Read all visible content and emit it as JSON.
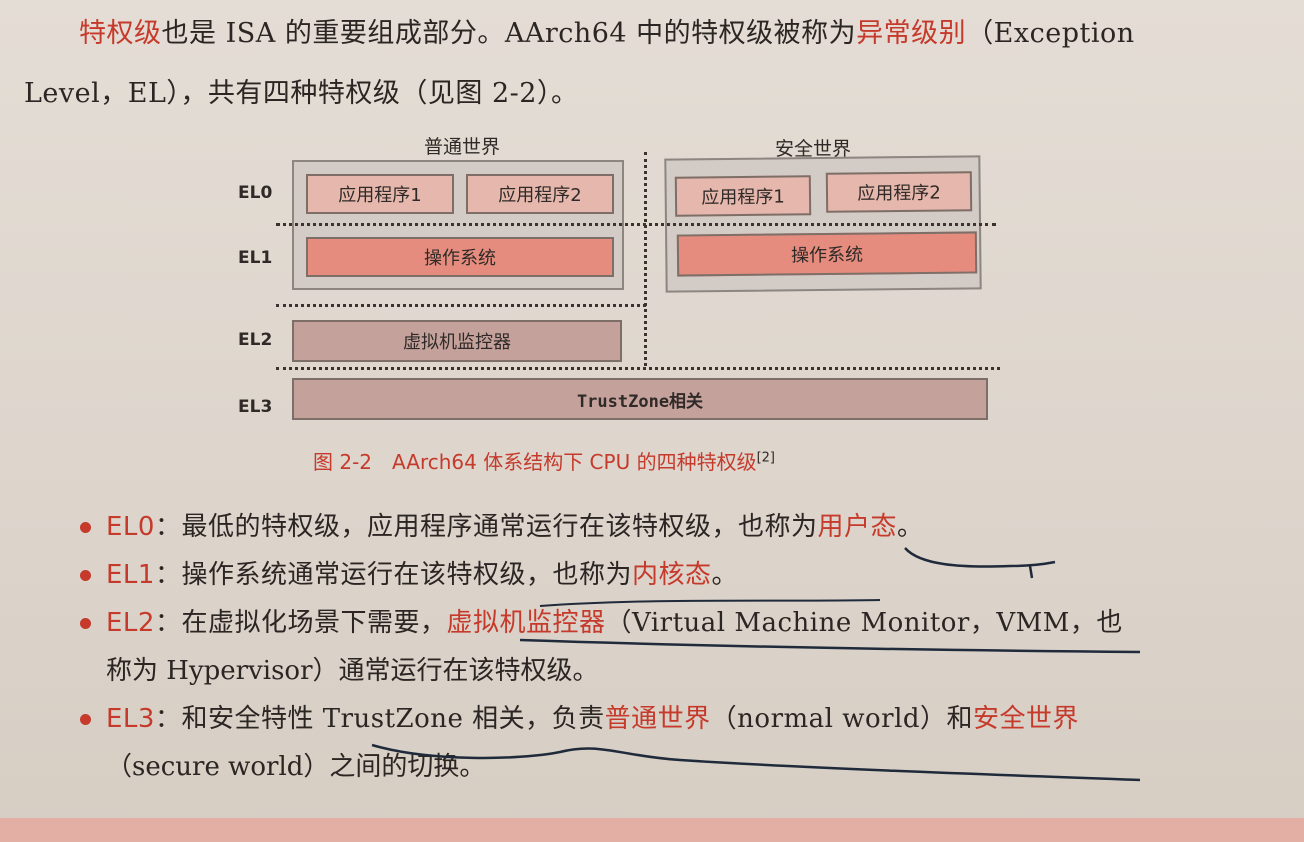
{
  "intro": {
    "line1": [
      {
        "t": "特权级",
        "red": true
      },
      {
        "t": "也是 ISA 的重要组成部分。AArch64 中的特权级被称为",
        "red": false
      },
      {
        "t": "异常级别",
        "red": true
      },
      {
        "t": "（Exception",
        "red": false
      }
    ],
    "line2": "Level，EL），共有四种特权级（见图 2-2）。"
  },
  "figure": {
    "normal_world": "普通世界",
    "secure_world": "安全世界",
    "levels": [
      "EL0",
      "EL1",
      "EL2",
      "EL3"
    ],
    "normal_app1": "应用程序1",
    "normal_app2": "应用程序2",
    "secure_app1": "应用程序1",
    "secure_app2": "应用程序2",
    "normal_os": "操作系统",
    "secure_os": "操作系统",
    "hypervisor": "虚拟机监控器",
    "trustzone": "TrustZone相关",
    "caption": "图 2-2　AArch64 体系结构下 CPU 的四种特权级",
    "caption_ref": "[2]"
  },
  "bullets": {
    "el0": {
      "head": "EL0",
      "pre": "：最低的特权级，应用程序通常运行在该特权级，也称为",
      "term": "用户态",
      "post": "。"
    },
    "el1": {
      "head": "EL1",
      "pre": "：操作系统通常运行在该特权级，也称为",
      "term": "内核态",
      "post": "。"
    },
    "el2": {
      "head": "EL2",
      "pre": "：在虚拟化场景下需要，",
      "term": "虚拟机监控器",
      "post": "（Virtual Machine Monitor，VMM，也",
      "cont": "称为 Hypervisor）通常运行在该特权级。"
    },
    "el3": {
      "head": "EL3",
      "pre": "：和安全特性 TrustZone 相关，负责",
      "term1": "普通世界",
      "mid": "（normal world）和",
      "term2": "安全世界",
      "cont": "（secure world）之间的切换。"
    }
  },
  "colors": {
    "accent": "#c63a2c",
    "os_box": "#e58c7e",
    "app_box": "#e6b7ac",
    "vmm_box": "#c5a19c",
    "paper": "#ddd5cc"
  }
}
